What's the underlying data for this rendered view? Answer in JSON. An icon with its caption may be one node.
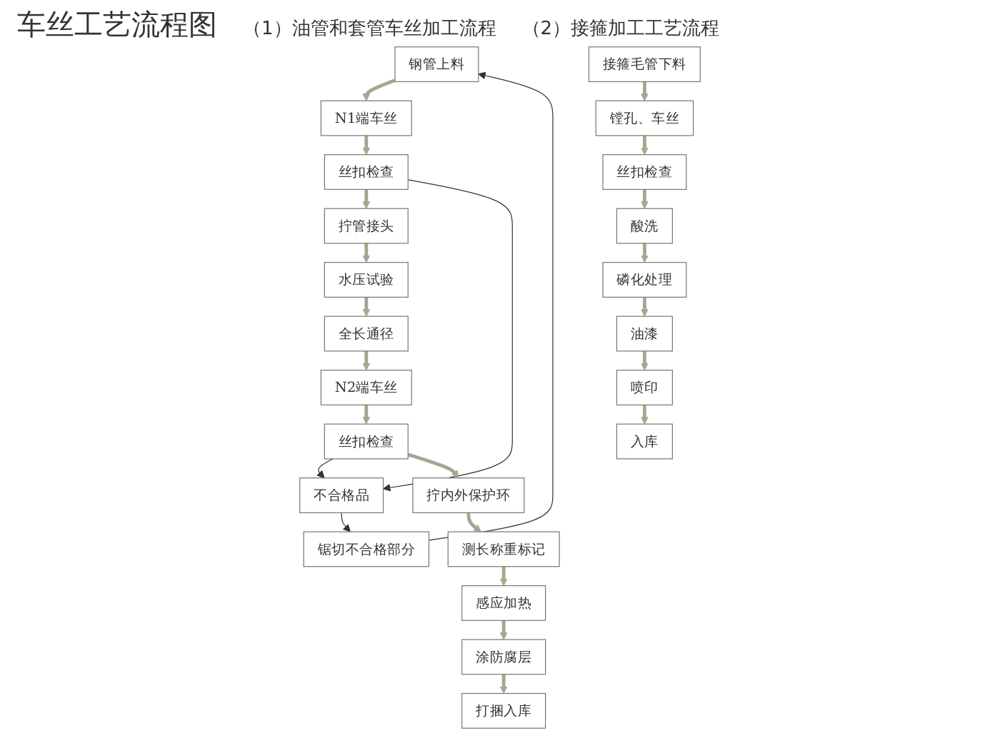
{
  "diagram": {
    "title": "车丝工艺流程图",
    "nodes": [
      {
        "text": [
          "钢管上料"
        ]
      },
      {
        "text": [
          "N1端车丝"
        ]
      },
      {
        "text": [
          "丝扣检查"
        ]
      },
      {
        "text": [
          "拧管接头"
        ]
      },
      {
        "text": [
          "水压试验"
        ]
      },
      {
        "text": [
          "锯切不合格部分"
        ]
      },
      {
        "text": [
          "不合格品"
        ]
      },
      {
        "text": [
          "测长称重标记"
        ]
      },
      {
        "text": [
          "拧内外保护环"
        ]
      },
      {
        "text": [
          "丝扣检查"
        ]
      },
      {
        "text": [
          "N2端车丝"
        ]
      },
      {
        "text": [
          "全长通径"
        ]
      },
      {
        "text": [
          "感应加热"
        ]
      },
      {
        "text": [
          "涂防腐层"
        ]
      },
      {
        "text": [
          "打捆入库"
        ]
      },
      {
        "text": [
          "接箍毛管下料"
        ]
      },
      {
        "text": [
          "镗孔、车丝"
        ]
      },
      {
        "text": [
          "丝扣检查"
        ]
      },
      {
        "text": [
          "酸洗"
        ]
      },
      {
        "text": [
          "磷化处理"
        ]
      },
      {
        "text": [
          "入库"
        ]
      },
      {
        "text": [
          "喷印"
        ]
      },
      {
        "text": [
          "油漆"
        ]
      }
    ],
    "edges": [
      {
        "from": 0,
        "to": 1,
        "arrow": "to"
      },
      {
        "from": 1,
        "to": 2,
        "arrow": "to"
      },
      {
        "from": 2,
        "to": 3,
        "arrow": "to"
      },
      {
        "from": 3,
        "to": 4,
        "arrow": "to"
      },
      {
        "from": 2,
        "to": 6,
        "arrow": "to",
        "color": "#333333"
      },
      {
        "from": 6,
        "to": 5,
        "arrow": "to",
        "color": "#333333"
      },
      {
        "from": 5,
        "to": 0,
        "arrow": "to",
        "color": "#333333"
      },
      {
        "from": 9,
        "to": 6,
        "arrow": "to",
        "color": "#333333"
      },
      {
        "from": 4,
        "to": 11,
        "arrow": "to"
      },
      {
        "from": 11,
        "to": 10,
        "arrow": "to"
      },
      {
        "from": 10,
        "to": 9,
        "arrow": "to"
      },
      {
        "from": 9,
        "to": 8,
        "arrow": "to"
      },
      {
        "from": 8,
        "to": 7,
        "arrow": "to"
      },
      {
        "from": 7,
        "to": 12,
        "arrow": "to"
      },
      {
        "from": 12,
        "to": 13,
        "arrow": "to"
      },
      {
        "from": 13,
        "to": 14,
        "arrow": "to"
      },
      {
        "from": 15,
        "to": 16,
        "arrow": "to"
      },
      {
        "from": 16,
        "to": 17,
        "arrow": "to"
      },
      {
        "from": 17,
        "to": 18,
        "arrow": "to"
      },
      {
        "from": 18,
        "to": 19,
        "arrow": "to"
      },
      {
        "from": 19,
        "to": 22,
        "arrow": "to"
      },
      {
        "from": 22,
        "to": 21,
        "arrow": "to"
      },
      {
        "from": 21,
        "to": 20,
        "arrow": "to"
      }
    ],
    "labels": [
      "（1）油管和套管车丝加工流程",
      "（2）接箍加工工艺流程"
    ]
  }
}
